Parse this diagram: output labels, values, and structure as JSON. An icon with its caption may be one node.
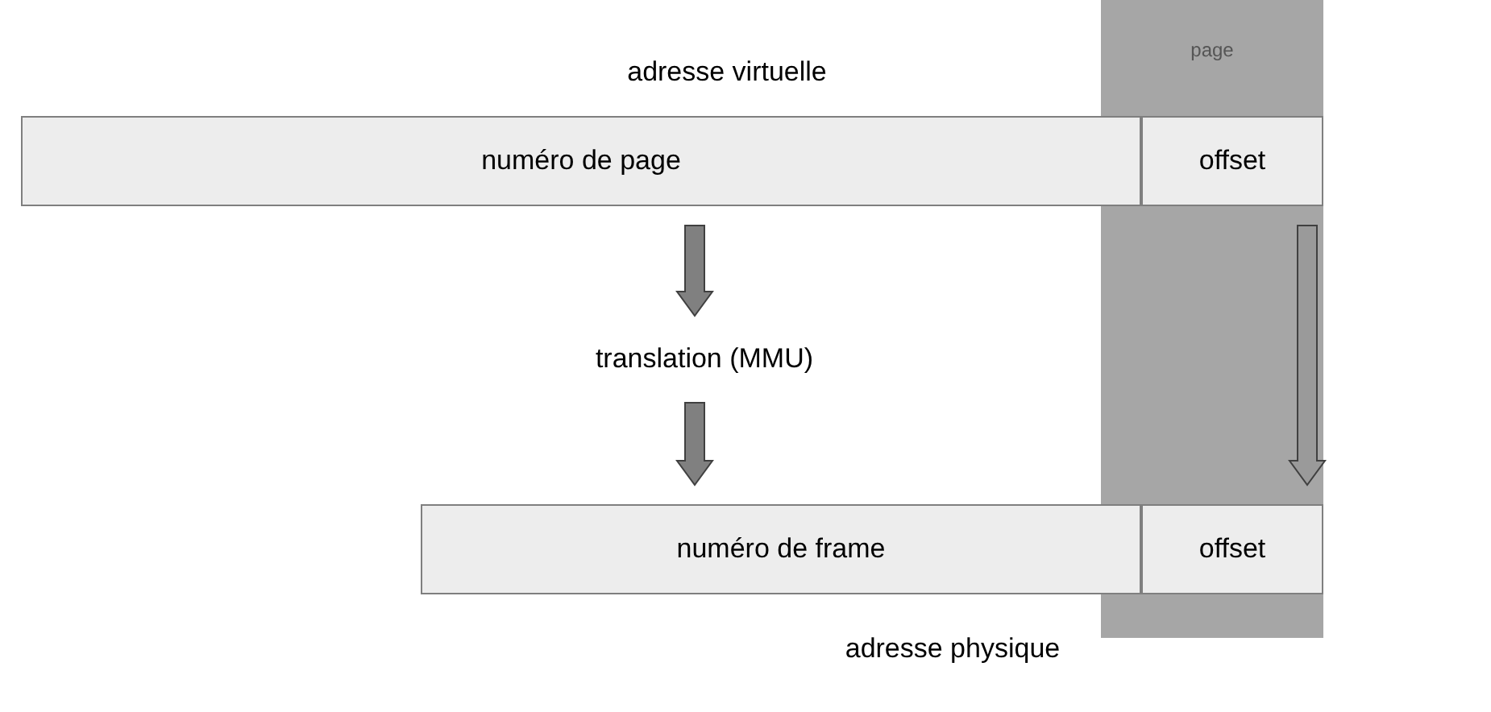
{
  "diagram": {
    "nodes": [
      {
        "text": [
          "page"
        ]
      },
      {
        "text": [
          "numéro de page"
        ]
      },
      {
        "text": [
          "offset"
        ],
        "in": 0
      },
      {
        "text": [
          "translation (MMU)"
        ]
      },
      {
        "text": [
          "numéro de frame"
        ]
      },
      {
        "text": [
          "offset"
        ],
        "in": 0
      }
    ],
    "edges": [
      {
        "from": 1,
        "to": 3,
        "arrow": "to"
      },
      {
        "from": 3,
        "to": 4,
        "arrow": "to"
      },
      {
        "from": 2,
        "to": 5,
        "arrow": "to"
      }
    ],
    "labels": [
      "adresse virtuelle",
      "adresse physique"
    ]
  }
}
